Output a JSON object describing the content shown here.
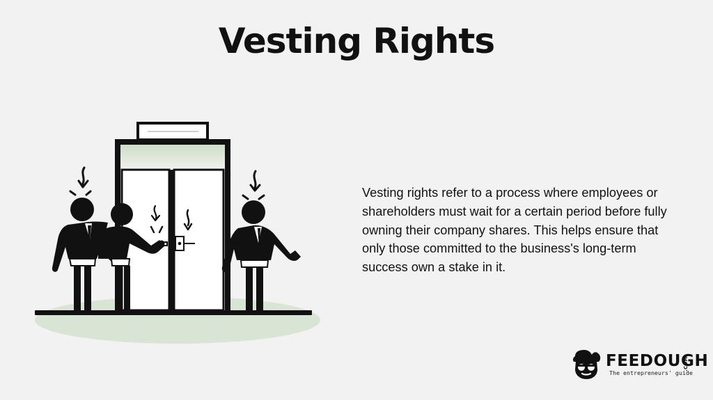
{
  "title": "Vesting Rights",
  "description": "Vesting rights refer to a process where employees or shareholders must wait for a certain period before fully owning their company shares. This helps ensure that only those committed to the business's long-term success own a stake in it.",
  "brand": {
    "name": "FEEDOUGH",
    "domain_suffix": ".COM",
    "tagline": "The entrepreneurs' guide"
  },
  "colors": {
    "background": "#f2f2f2",
    "text": "#111111",
    "accent_green": "#d8e3d2"
  },
  "illustration": {
    "icon": "elevator-with-stick-figures-icon"
  }
}
